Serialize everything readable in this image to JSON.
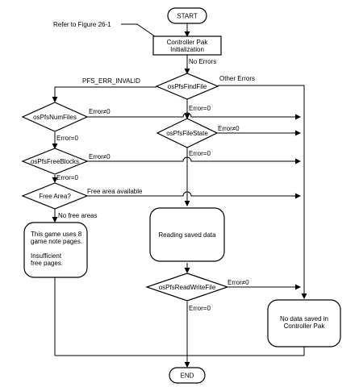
{
  "nodes": {
    "start": "START",
    "end": "END",
    "init": [
      "Controller Pak",
      "Initialization"
    ],
    "find_file": "osPfsFindFile",
    "num_files": "osPfsNumFiles",
    "free_blocks": "osPfsFreeBlocks",
    "free_area": "Free Area?",
    "file_state": "osPfsFileState",
    "read_write": "osPfsReadWriteFile",
    "uses8": [
      "This game uses 8",
      "game note pages.",
      "",
      "Insufficient",
      "free pages."
    ],
    "reading": "Reading saved data",
    "no_data": [
      "No data saved in",
      "Controller Pak"
    ]
  },
  "labels": {
    "refer": "Refer to Figure 26-1",
    "no_errors": "No Errors",
    "pfs_err_invalid": "PFS_ERR_INVALID",
    "other_errors": "Other Errors",
    "err_ne0_num": "Error≠0",
    "err_eq0_find": "Error=0",
    "err_eq0_num": "Error=0",
    "err_ne0_state": "Error≠0",
    "err_ne0_blocks": "Error≠0",
    "err_eq0_state": "Error=0",
    "err_eq0_blocks": "Error=0",
    "free_area_available": "Free area available",
    "no_free_areas": "No free areas",
    "err_ne0_rw": "Error≠0",
    "err_eq0_rw": "Error=0"
  }
}
